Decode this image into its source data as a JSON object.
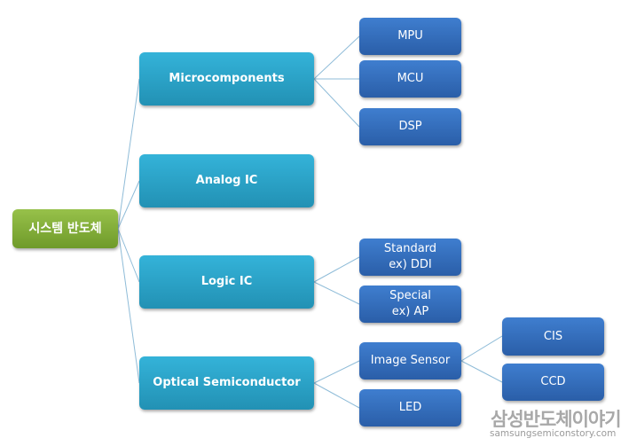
{
  "root": {
    "label": "시스템 반도체"
  },
  "level1": [
    {
      "label": "Microcomponents"
    },
    {
      "label": "Analog IC"
    },
    {
      "label": "Logic IC"
    },
    {
      "label": "Optical Semiconductor"
    }
  ],
  "micro": [
    {
      "label": "MPU"
    },
    {
      "label": "MCU"
    },
    {
      "label": "DSP"
    }
  ],
  "logic": [
    {
      "line1": "Standard",
      "line2": "ex) DDI"
    },
    {
      "line1": "Special",
      "line2": "ex) AP"
    }
  ],
  "optical": [
    {
      "label": "Image Sensor"
    },
    {
      "label": "LED"
    }
  ],
  "sensor": [
    {
      "label": "CIS"
    },
    {
      "label": "CCD"
    }
  ],
  "watermark": {
    "title": "삼성반도체이야기",
    "url": "samsungsemiconstory.com"
  },
  "colors": {
    "root": "#7fab35",
    "level1": "#2ba3c8",
    "leaf": "#3570bf",
    "connector": "#7fb8d8"
  }
}
